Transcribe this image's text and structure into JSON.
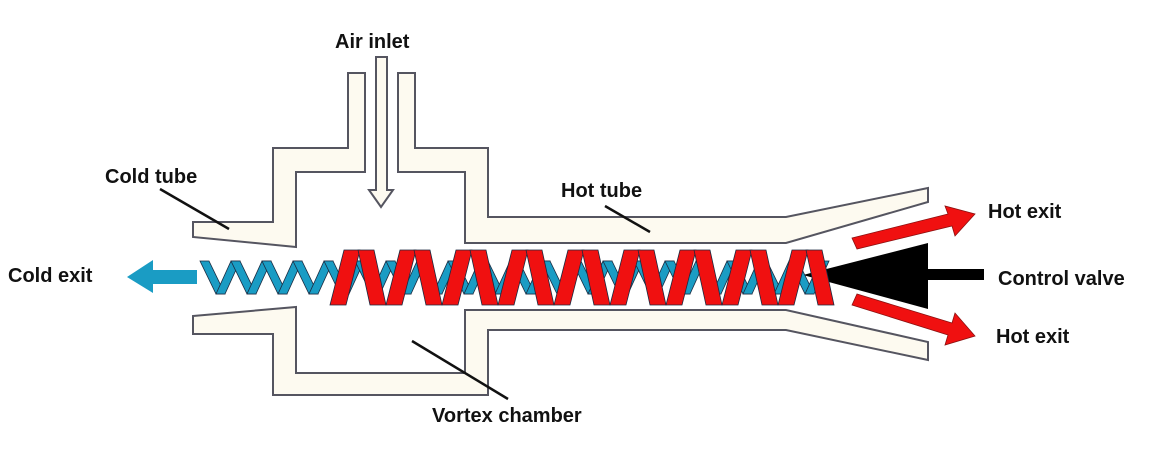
{
  "diagram": {
    "title": "Vortex tube",
    "labels": {
      "air_inlet": "Air inlet",
      "cold_tube": "Cold tube",
      "hot_tube": "Hot tube",
      "hot_exit_top": "Hot exit",
      "hot_exit_bottom": "Hot exit",
      "cold_exit": "Cold exit",
      "control_valve": "Control valve",
      "vortex_chamber": "Vortex chamber"
    },
    "colors": {
      "cold_flow": "#1a9cc4",
      "hot_flow": "#f01010",
      "wall_fill": "#fdfaf0",
      "wall_stroke": "#555560",
      "valve": "#000000",
      "text": "#111111"
    },
    "icons": {
      "inlet_arrow": "down-arrow",
      "cold_exit_arrow": "left-arrow",
      "hot_exit_arrows": "right-arrow",
      "control_valve": "cone"
    }
  }
}
